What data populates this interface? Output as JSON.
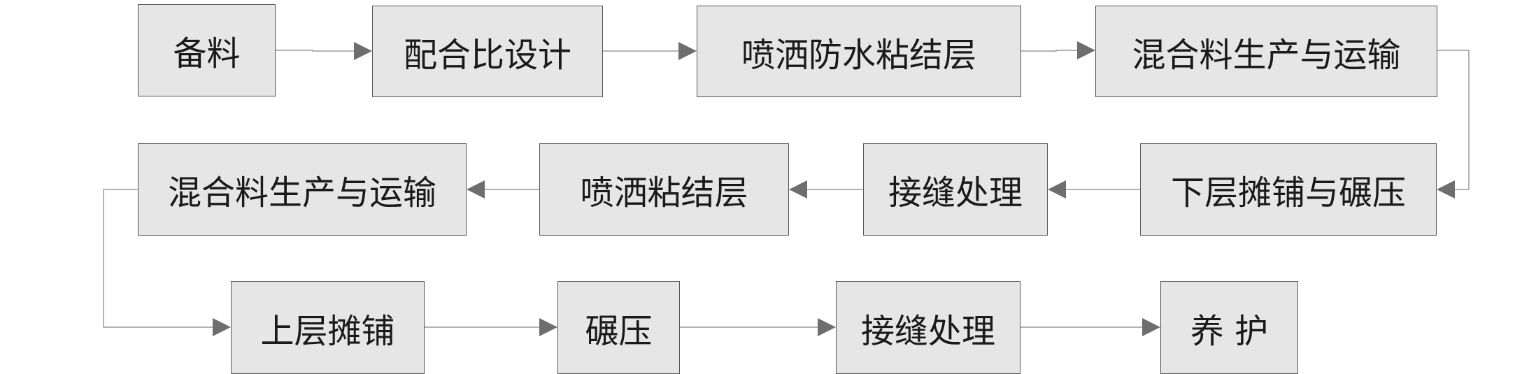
{
  "diagram": {
    "type": "flowchart",
    "steps": [
      {
        "id": "s1",
        "label": "备料"
      },
      {
        "id": "s2",
        "label": "配合比设计"
      },
      {
        "id": "s3",
        "label": "喷洒防水粘结层"
      },
      {
        "id": "s4",
        "label": "混合料生产与运输"
      },
      {
        "id": "s5",
        "label": "下层摊铺与碾压"
      },
      {
        "id": "s6",
        "label": "接缝处理"
      },
      {
        "id": "s7",
        "label": "喷洒粘结层"
      },
      {
        "id": "s8",
        "label": "混合料生产与运输"
      },
      {
        "id": "s9",
        "label": "上层摊铺"
      },
      {
        "id": "s10",
        "label": "碾压"
      },
      {
        "id": "s11",
        "label": "接缝处理"
      },
      {
        "id": "s12",
        "label": "养 护"
      }
    ],
    "connections": [
      {
        "from": "s1",
        "to": "s2"
      },
      {
        "from": "s2",
        "to": "s3"
      },
      {
        "from": "s3",
        "to": "s4"
      },
      {
        "from": "s4",
        "to": "s5"
      },
      {
        "from": "s5",
        "to": "s6"
      },
      {
        "from": "s6",
        "to": "s7"
      },
      {
        "from": "s7",
        "to": "s8"
      },
      {
        "from": "s8",
        "to": "s9"
      },
      {
        "from": "s9",
        "to": "s10"
      },
      {
        "from": "s10",
        "to": "s11"
      },
      {
        "from": "s11",
        "to": "s12"
      }
    ]
  }
}
